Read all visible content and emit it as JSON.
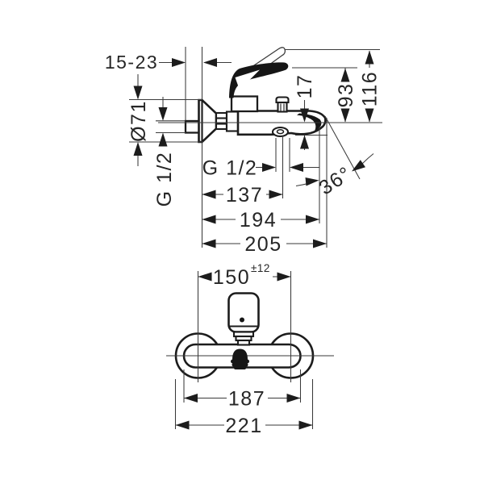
{
  "drawing_colors": {
    "line": "#1c1c1c",
    "background": "#ffffff"
  },
  "side_view": {
    "wall_depth_range": "15-23",
    "escutcheon_diameter": "Ø71",
    "inlet_thread": "G 1/2",
    "outlet_thread": "G 1/2",
    "spout_drop": "17",
    "height_axis_to_handle": "93",
    "height_axis_to_lever_max": "116",
    "spout_angle": "36°",
    "reach_to_outlet": "137",
    "reach_to_spout_tip": "194",
    "reach_total": "205"
  },
  "front_view": {
    "connection_spacing": "150",
    "connection_spacing_tolerance": "±12",
    "body_width": "187",
    "overall_width": "221"
  }
}
